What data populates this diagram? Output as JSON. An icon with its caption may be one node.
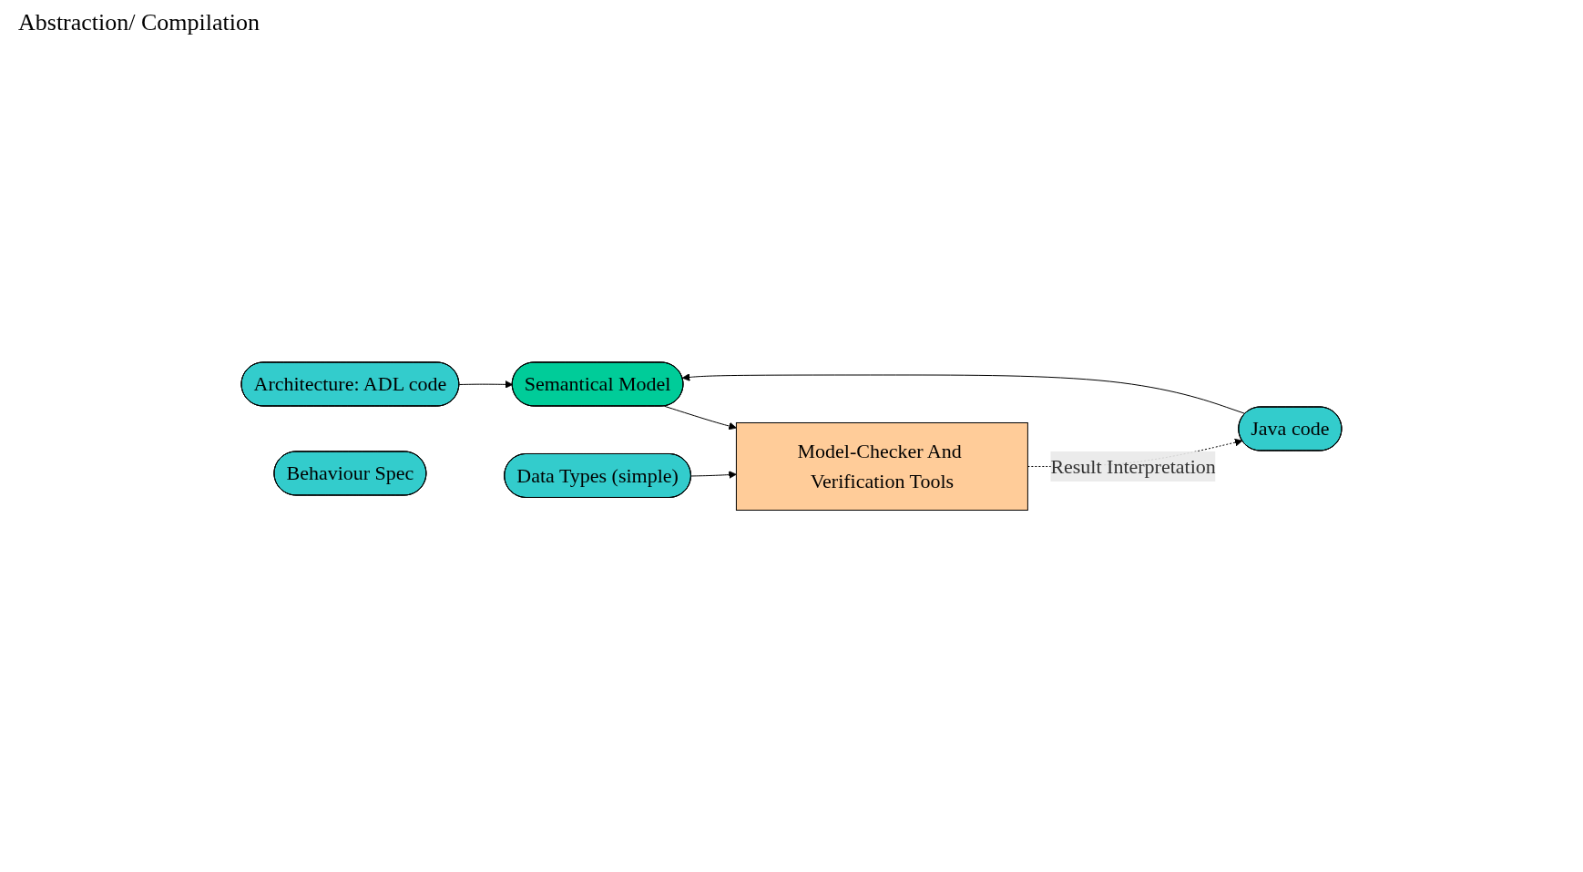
{
  "diagram": {
    "nodes": [
      {
        "text": [
          "Architecture: ADL code"
        ]
      },
      {
        "text": [
          "Semantical Model"
        ]
      },
      {
        "text": [
          "Behaviour Spec"
        ]
      },
      {
        "text": [
          "Java code"
        ]
      },
      {
        "text": [
          "Model-Checker And Verification Tools"
        ]
      },
      {
        "text": [
          "Data Types (simple)"
        ]
      }
    ],
    "edges": [
      {
        "from": 0,
        "to": 1,
        "arrow": "to"
      },
      {
        "from": 3,
        "to": 1,
        "arrow": "to"
      },
      {
        "from": 1,
        "to": 4,
        "arrow": "to"
      },
      {
        "from": 5,
        "to": 4,
        "arrow": "to"
      },
      {
        "from": 4,
        "to": 3,
        "arrow": "to",
        "style": "dashed",
        "label": "Result Interpretation"
      }
    ],
    "labels": [
      "Abstraction/ Compilation"
    ]
  }
}
